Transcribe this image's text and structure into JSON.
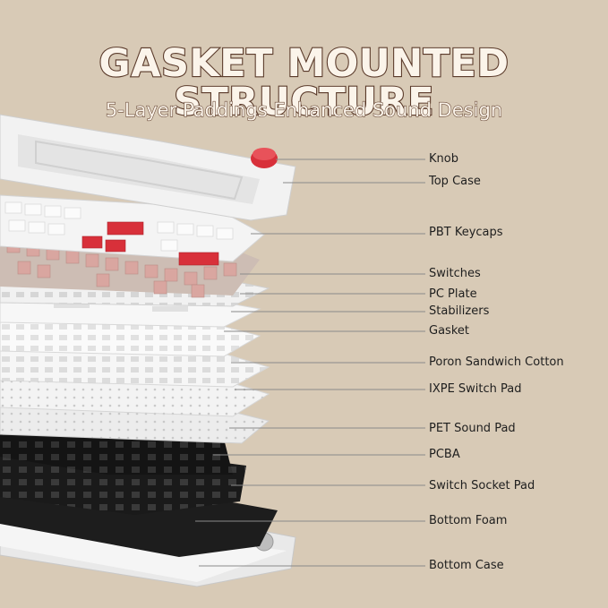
{
  "header": {
    "title": "GASKET MOUNTED STRUCTURE",
    "subtitle": "5-Layer Paddings Enhanced Sound Design"
  },
  "layers": [
    "Knob",
    "Top Case",
    "PBT Keycaps",
    "Switches",
    "PC Plate",
    "Stabilizers",
    "Gasket",
    "Poron Sandwich Cotton",
    "IXPE Switch Pad",
    "PET Sound Pad",
    "PCBA",
    "Switch Socket Pad",
    "Bottom Foam",
    "Bottom Case"
  ],
  "colors": {
    "background": "#d8cab6",
    "title_fill": "#fbf4ea",
    "title_outline": "#5a3a2a",
    "accent_red": "#d8303a",
    "case_white": "#f2f2f2",
    "foam_black": "#1a1a1a",
    "switch_pink": "#d9a6a0"
  }
}
